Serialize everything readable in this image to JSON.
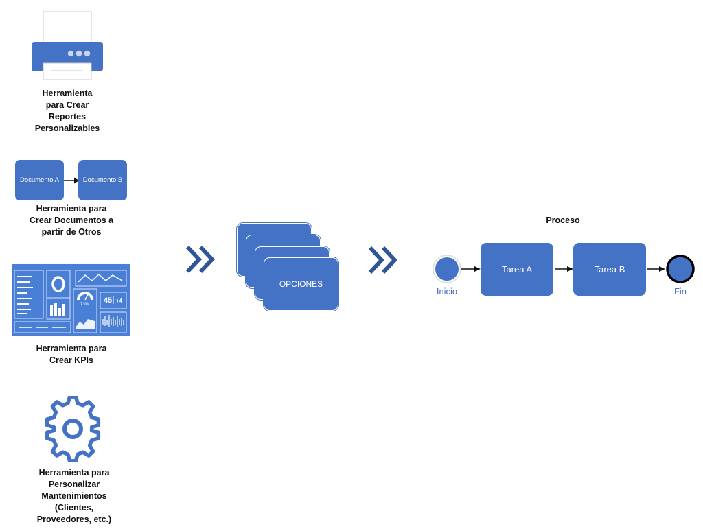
{
  "tools": [
    {
      "icon": "printer-icon",
      "caption": "Herramienta\npara Crear\nReportes\nPersonalizables"
    },
    {
      "icon": "documents-icon",
      "caption": "Herramienta para\nCrear Documentos a\npartir de Otros",
      "doc_a": "Documento A",
      "doc_b": "Documento B"
    },
    {
      "icon": "dashboard-icon",
      "caption": "Herramienta para\nCrear KPIs",
      "gauge_value": "73%",
      "metric_a": "45",
      "metric_b": "+4"
    },
    {
      "icon": "gear-icon",
      "caption": "Herramienta para\nPersonalizar\nMantenimientos\n(Clientes,\nProveedores, etc.)"
    }
  ],
  "options_label": "OPCIONES",
  "process": {
    "title": "Proceso",
    "start_label": "Inicio",
    "task_a": "Tarea A",
    "task_b": "Tarea B",
    "end_label": "Fin"
  },
  "colors": {
    "primary": "#4472c4",
    "arrow": "#2f5597"
  }
}
